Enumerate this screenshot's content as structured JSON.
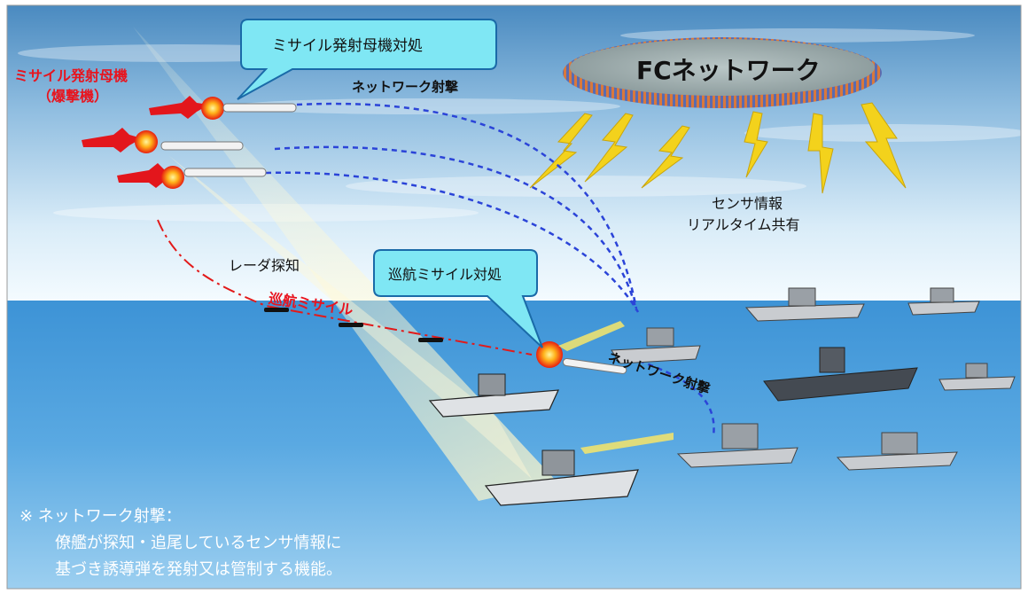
{
  "labels": {
    "launcher_aircraft_line1": "ミサイル発射母機",
    "launcher_aircraft_line2": "（爆撃機）",
    "callout_launcher": "ミサイル発射母機対処",
    "network_fire_top": "ネットワーク射撃",
    "fc_network": "FCネットワーク",
    "sensor_line1": "センサ情報",
    "sensor_line2": "リアルタイム共有",
    "radar_detection": "レーダ探知",
    "cruise_missile": "巡航ミサイル",
    "callout_cruise": "巡航ミサイル対処",
    "network_fire_mid": "ネットワーク射撃"
  },
  "note": {
    "line1": "※ ネットワーク射撃：",
    "line2": "僚艦が探知・追尾しているセンサ情報に",
    "line3": "基づき誘導弾を発射又は管制する機能。"
  },
  "colors": {
    "sky_top": "#4f8fc2",
    "sea": "#2f83c9",
    "callout_fill": "#7fe7f4",
    "callout_stroke": "#1a6aa8",
    "red_text": "#e8141e",
    "dash_blue": "#2b44d8",
    "lightning": "#f3d21c",
    "network_ring": "#d9783c"
  }
}
